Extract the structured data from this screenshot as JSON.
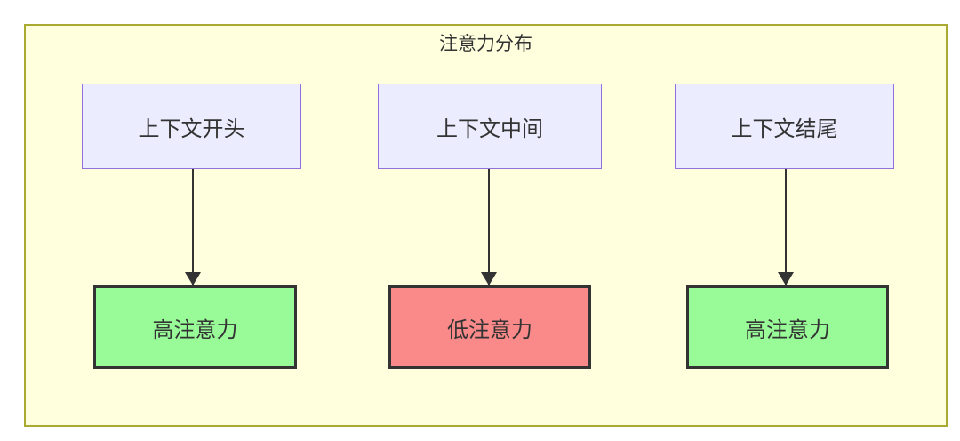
{
  "diagram": {
    "title": "注意力分布",
    "columns": [
      {
        "source": "上下文开头",
        "target": "高注意力",
        "target_type": "high"
      },
      {
        "source": "上下文中间",
        "target": "低注意力",
        "target_type": "low"
      },
      {
        "source": "上下文结尾",
        "target": "高注意力",
        "target_type": "high"
      }
    ]
  },
  "colors": {
    "container_bg": "#ffffde",
    "container_border": "#aaaa33",
    "source_node_bg": "#ececff",
    "source_node_border": "#9370db",
    "high_attention_bg": "#98fb98",
    "low_attention_bg": "#fa8a8a",
    "attention_node_border": "#333333",
    "arrow": "#333333",
    "text": "#333333"
  }
}
